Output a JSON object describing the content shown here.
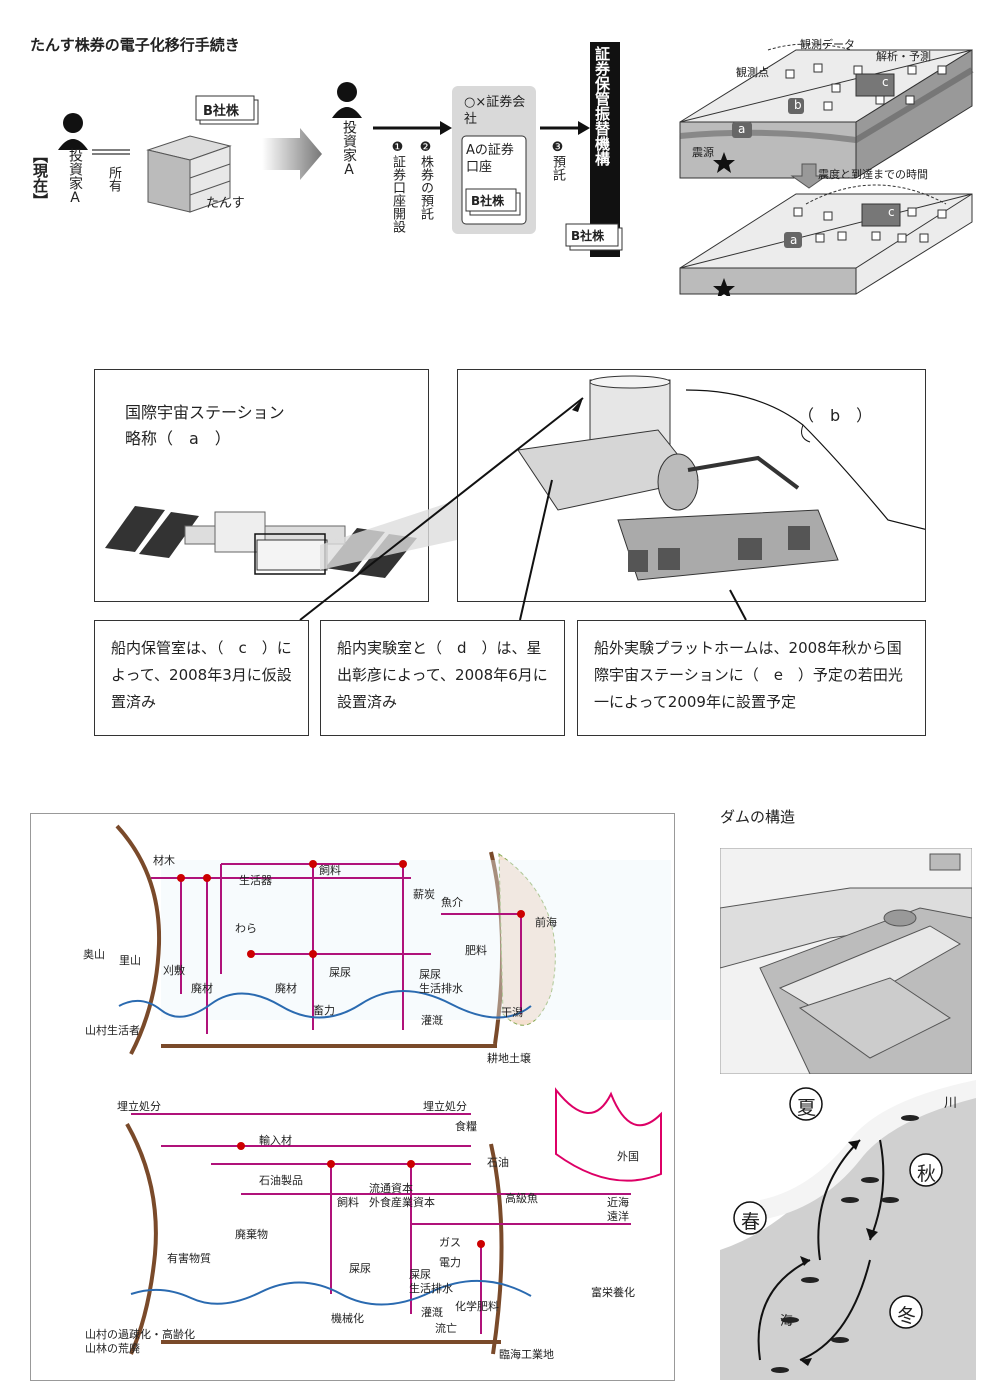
{
  "stock": {
    "title": "たんす株券の電子化移行手続き",
    "current": "【現在】",
    "investor": "投資家A",
    "own": "所有",
    "tansu": "たんす",
    "stock_label": "B社株",
    "company": "○×証券会社",
    "account": "Aの証券口座",
    "step1": "❶証券口座開設",
    "step2": "❷株券の預託",
    "step3": "❸預託",
    "agency": "証券保管振替機構"
  },
  "quake": {
    "obs_data": "観測データ",
    "obs_point": "観測点",
    "analysis": "解析・予測",
    "epicenter": "震源",
    "time_label": "震度と到達までの時間",
    "a": "a",
    "b": "b",
    "c": "c"
  },
  "iss": {
    "name": "国際宇宙ステーション",
    "abbr": "略称（　a　）",
    "b_label": "（　b　）",
    "caption1": "船内保管室は、（　c　）によって、2008年3月に仮設置済み",
    "caption2": "船内実験室と（　d　）は、星出彰彦によって、2008年6月に設置済み",
    "caption3": "船外実験プラットホームは、2008年秋から国際宇宙ステーションに（　e　）予定の若田光一によって2009年に設置予定"
  },
  "eco": {
    "top": {
      "oku": "奥山",
      "sato": "里山",
      "villager": "山村生活者",
      "lumber": "材木",
      "living": "生活器",
      "straw": "わら",
      "feed": "飼料",
      "charcoal": "薪炭",
      "fish": "魚介",
      "sea": "前海",
      "grass": "刈敷",
      "waste1": "廃材",
      "waste2": "廃材",
      "manure": "屎尿",
      "fertilizer": "肥料",
      "manure2": "屎尿",
      "drain": "生活排水",
      "tidal": "干潟",
      "animal": "畜力",
      "irrig": "灌漑",
      "soil": "耕地土壌"
    },
    "bottom": {
      "landfill1": "埋立処分",
      "landfill2": "埋立処分",
      "import": "輸入材",
      "food": "食糧",
      "oil": "石油",
      "foreign": "外国",
      "petro": "石油製品",
      "dist": "流通資本",
      "food_ind": "外食産業資本",
      "feed": "飼料",
      "trash": "廃棄物",
      "toxic": "有害物質",
      "gas": "ガス",
      "power": "電力",
      "luxury": "高級魚",
      "near": "近海",
      "far": "遠洋",
      "manure": "屎尿",
      "manure2": "屎尿",
      "drain": "生活排水",
      "eutro": "富栄養化",
      "depop": "山村の過疎化・高齢化",
      "ruin": "山林の荒廃",
      "mech": "機械化",
      "irrig": "灌漑",
      "runoff": "流亡",
      "chem": "化学肥料",
      "coastal": "臨海工業地"
    }
  },
  "dam": {
    "title": "ダムの構造"
  },
  "salmon": {
    "summer": "夏",
    "autumn": "秋",
    "spring": "春",
    "winter": "冬",
    "river": "川",
    "sea": "海"
  }
}
